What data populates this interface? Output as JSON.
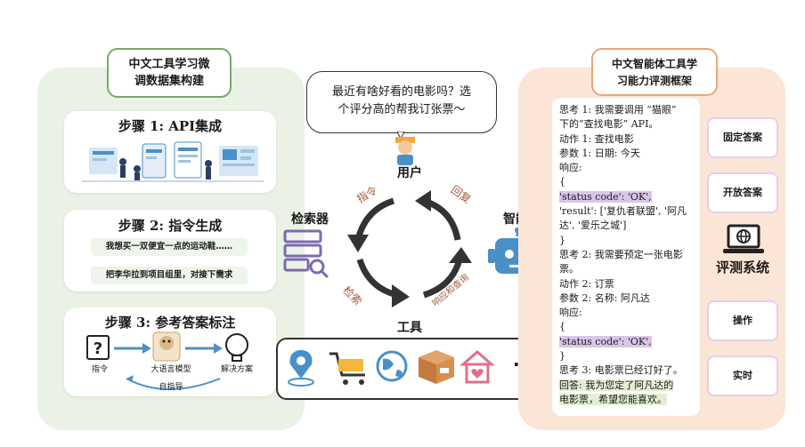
{
  "left": {
    "title_line1": "中文工具学习微",
    "title_line2": "调数据集构建",
    "step1": "步骤 1: API集成",
    "step2": "步骤 2: 指令生成",
    "instr1": "我想买一双便宜一点的运动鞋……",
    "instr2": "把李华拉到项目组里，对接下需求",
    "step3": "步骤 3: 参考答案标注",
    "flow_instr": "指令",
    "flow_llm": "大语言模型",
    "flow_solution": "解决方案",
    "flow_self": "自指导"
  },
  "center": {
    "speech_line1": "最近有啥好看的电影吗？选",
    "speech_line2": "个评分高的帮我订张票～",
    "user_label": "用户",
    "retriever_label": "检索器",
    "agent_label": "智能体",
    "tools_label": "工具",
    "arrow_instr": "指令",
    "arrow_reply": "回复",
    "arrow_retrieve": "检索",
    "arrow_call": "响应和查询",
    "more": "···"
  },
  "right": {
    "title_line1": "中文智能体工具学",
    "title_line2": "习能力评测框架",
    "dialog": [
      "思考 1: 我需要调用 “猫眼”",
      "下的“查找电影” API。",
      "动作 1: 查找电影",
      "参数 1: 日期: 今天",
      "响应:",
      "{",
      "'status code': 'OK',",
      "'result': ['复仇者联盟', '阿凡",
      "达', '爱乐之城']",
      "}",
      "思考 2: 我需要预定一张电影",
      "票。",
      "动作 2: 订票",
      "参数 2: 名称: 阿凡达",
      "响应:",
      "{",
      "'status code': 'OK',",
      "}",
      "思考 3: 电影票已经订好了。",
      "回答: 我为您定了阿凡达的",
      "电影票，希望您能喜欢。"
    ],
    "btn_fixed": "固定答案",
    "btn_open": "开放答案",
    "eval_system": "评测系统",
    "btn_operate": "操作",
    "btn_realtime": "实时"
  },
  "colors": {
    "left_panel": "#e9f2e4",
    "right_panel": "#fbe5d6",
    "highlight_purple": "#d9c6e6",
    "accent_blue": "#4a90c8"
  }
}
